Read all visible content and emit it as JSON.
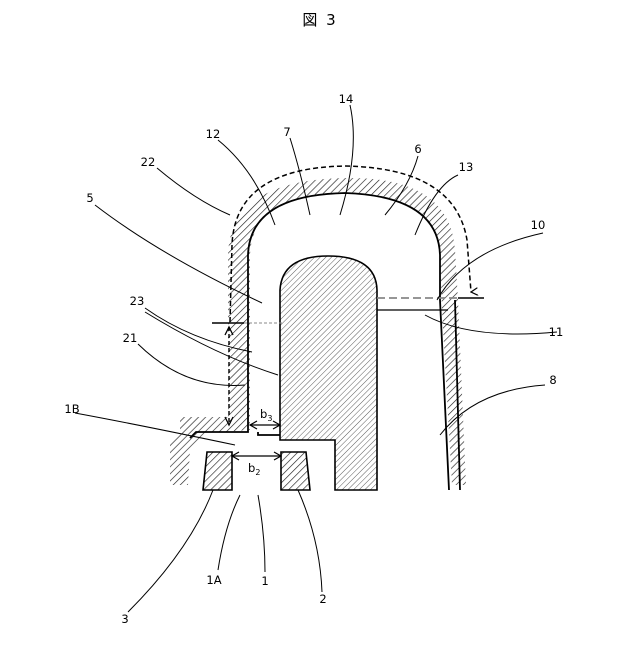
{
  "figure": {
    "title": "図 3"
  },
  "labels": {
    "l1": "1",
    "l1A": "1A",
    "l1B": "1B",
    "l2": "2",
    "l3": "3",
    "l5": "5",
    "l6": "6",
    "l7": "7",
    "l8": "8",
    "l10": "10",
    "l11": "11",
    "l12": "12",
    "l13": "13",
    "l14": "14",
    "l21": "21",
    "l22": "22",
    "l23": "23"
  },
  "dimensions": {
    "b2": {
      "base": "b",
      "sub": "2"
    },
    "b3": {
      "base": "b",
      "sub": "3"
    }
  }
}
